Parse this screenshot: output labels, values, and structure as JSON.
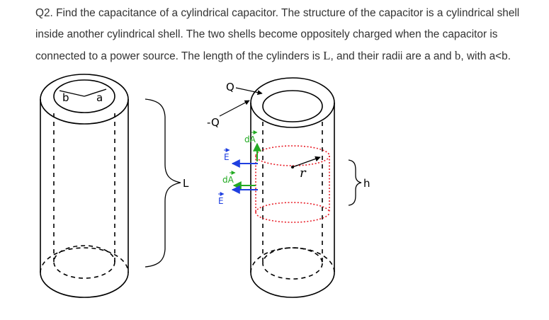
{
  "question": {
    "line1": "Q2. Find the capacitance of a cylindrical capacitor. The structure of the capacitor is a cylindrical shell",
    "line2": "inside another cylindrical shell. The two shells become oppositely charged when the capacitor is",
    "line3_a": "connected to a power source. The length of the cylinders is ",
    "sym_L": "L",
    "line3_b": ", and their radii are a and ",
    "sym_b": "b",
    "line3_c": ", with a<b."
  },
  "figure": {
    "left": {
      "label_b": "b",
      "label_a": "a",
      "label_L": "L"
    },
    "right": {
      "label_Q": "Q",
      "label_neg_Q": "-Q",
      "label_dA_top": "dA",
      "label_E_top": "E",
      "label_dA_mid": "dA",
      "label_E_bottom": "E",
      "label_r": "r",
      "label_h": "h"
    },
    "colors": {
      "stroke": "#000000",
      "dA_green": "#22aa22",
      "E_blue": "#1f3fe0",
      "gauss_red": "#e8202a"
    }
  }
}
